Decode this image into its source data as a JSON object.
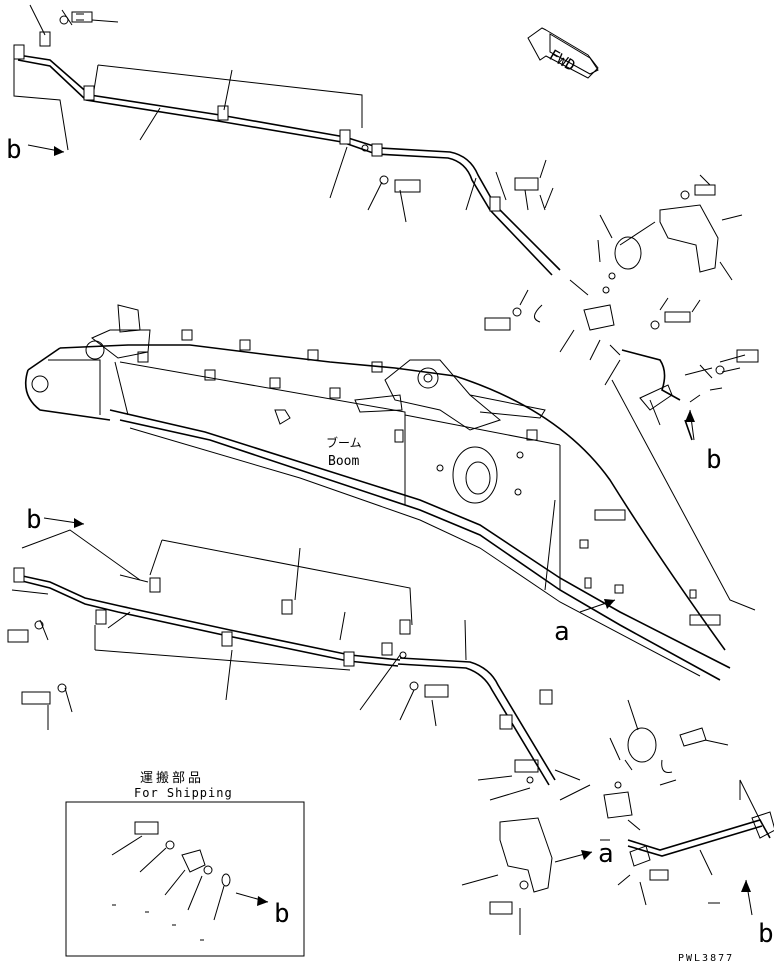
{
  "direction_label": "FWD",
  "boom_label_jp": "ブーム",
  "boom_label_en": "Boom",
  "shipping_label_jp": "運搬部品",
  "shipping_label_en": "For Shipping",
  "ref_a": "a",
  "ref_b": "b",
  "drawing_code": "PWL3877"
}
